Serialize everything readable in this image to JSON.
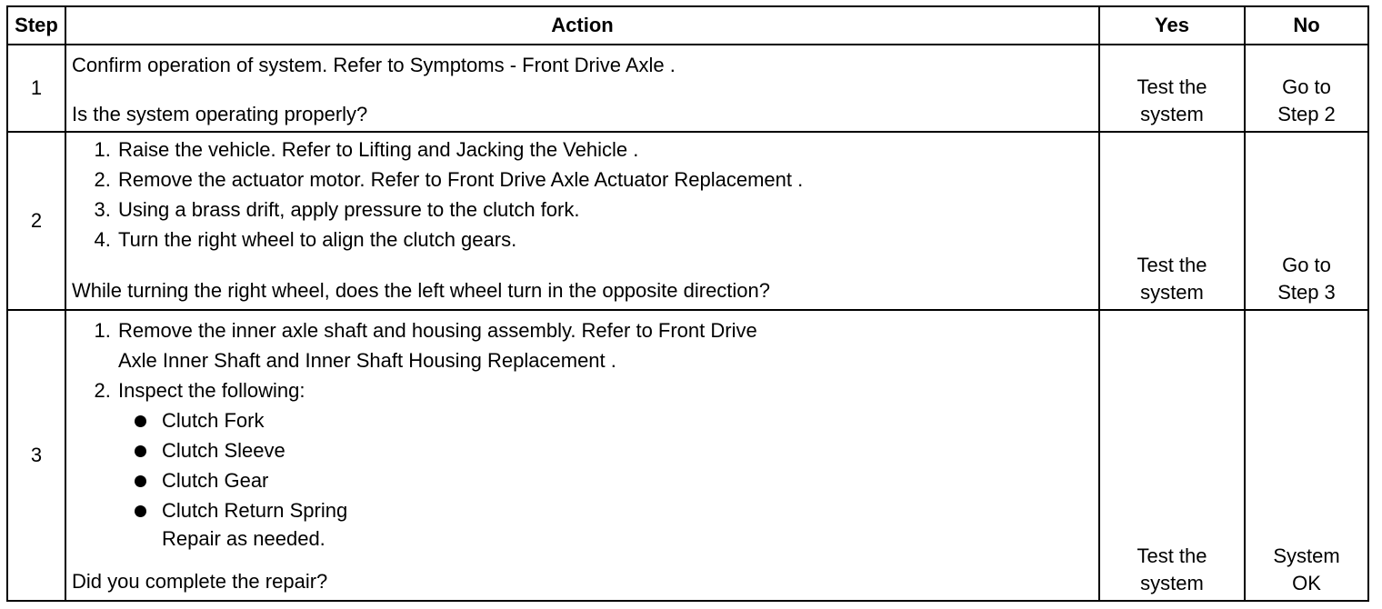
{
  "headers": {
    "step": "Step",
    "action": "Action",
    "yes": "Yes",
    "no": "No"
  },
  "rows": [
    {
      "step": "1",
      "intro": "Confirm operation of system. Refer to Symptoms - Front Drive Axle .",
      "question": "Is the system operating properly?",
      "yes": [
        "Test the",
        "system"
      ],
      "no": [
        "Go to",
        "Step 2"
      ]
    },
    {
      "step": "2",
      "items": [
        "Raise the vehicle. Refer to Lifting and Jacking the Vehicle .",
        "Remove the actuator motor. Refer to Front Drive Axle Actuator Replacement .",
        "Using a brass drift, apply pressure to the clutch fork.",
        "Turn the right wheel to align the clutch gears."
      ],
      "question": "While turning the right wheel, does the left wheel turn in the opposite direction?",
      "yes": [
        "Test the",
        "system"
      ],
      "no": [
        "Go to",
        "Step 3"
      ]
    },
    {
      "step": "3",
      "items": [
        "Remove the inner axle shaft and housing assembly. Refer to Front Drive Axle Inner Shaft and Inner Shaft Housing Replacement .",
        "Inspect the following:"
      ],
      "subitems": [
        "Clutch Fork",
        "Clutch Sleeve",
        "Clutch Gear",
        "Clutch Return Spring"
      ],
      "after_note": "Repair as needed.",
      "question": "Did you complete the repair?",
      "yes": [
        "Test the",
        "system"
      ],
      "no": [
        "System",
        "OK"
      ]
    }
  ]
}
